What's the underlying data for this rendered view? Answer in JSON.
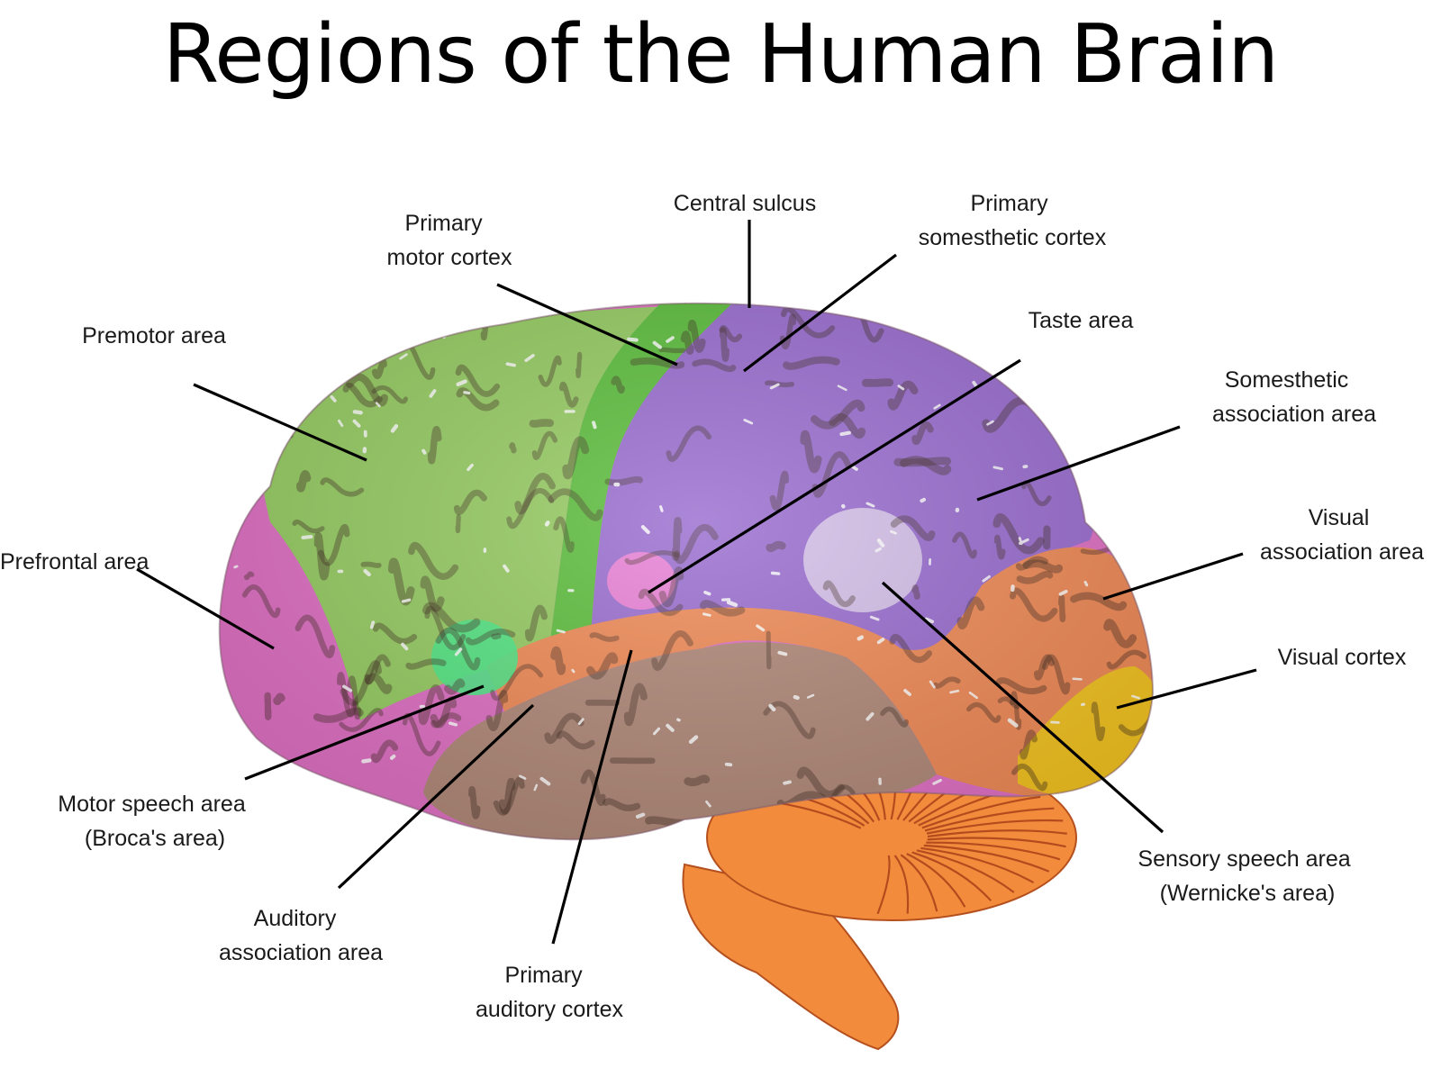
{
  "title": "Regions of the Human Brain",
  "colors": {
    "prefrontal": "#e070c4",
    "premotor": "#96cc62",
    "motor": "#5cbe3c",
    "somesthetic": "#9a6dd0",
    "temporal": "#b08878",
    "orange": "#f08a56",
    "visual_cortex": "#f4c420",
    "wernicke": "#e4d6ee",
    "broca": "#4ee886",
    "taste": "#e880d6",
    "cerebellum": "#f28c3c"
  },
  "labels": {
    "central_sulcus": [
      "Central sulcus"
    ],
    "primary_motor": [
      "Primary",
      "motor cortex"
    ],
    "primary_somesthetic": [
      "Primary",
      "somesthetic cortex"
    ],
    "premotor": [
      "Premotor area"
    ],
    "taste": [
      "Taste area"
    ],
    "somesthetic_assoc": [
      "Somesthetic",
      "association area"
    ],
    "prefrontal": [
      "Prefrontal area"
    ],
    "visual_assoc": [
      "Visual",
      "association area"
    ],
    "visual_cortex": [
      "Visual cortex"
    ],
    "motor_speech": [
      "Motor speech area",
      "(Broca's area)"
    ],
    "sensory_speech": [
      "Sensory speech area",
      "(Wernicke's area)"
    ],
    "auditory_assoc": [
      "Auditory",
      "association area"
    ],
    "primary_auditory": [
      "Primary",
      "auditory cortex"
    ]
  }
}
